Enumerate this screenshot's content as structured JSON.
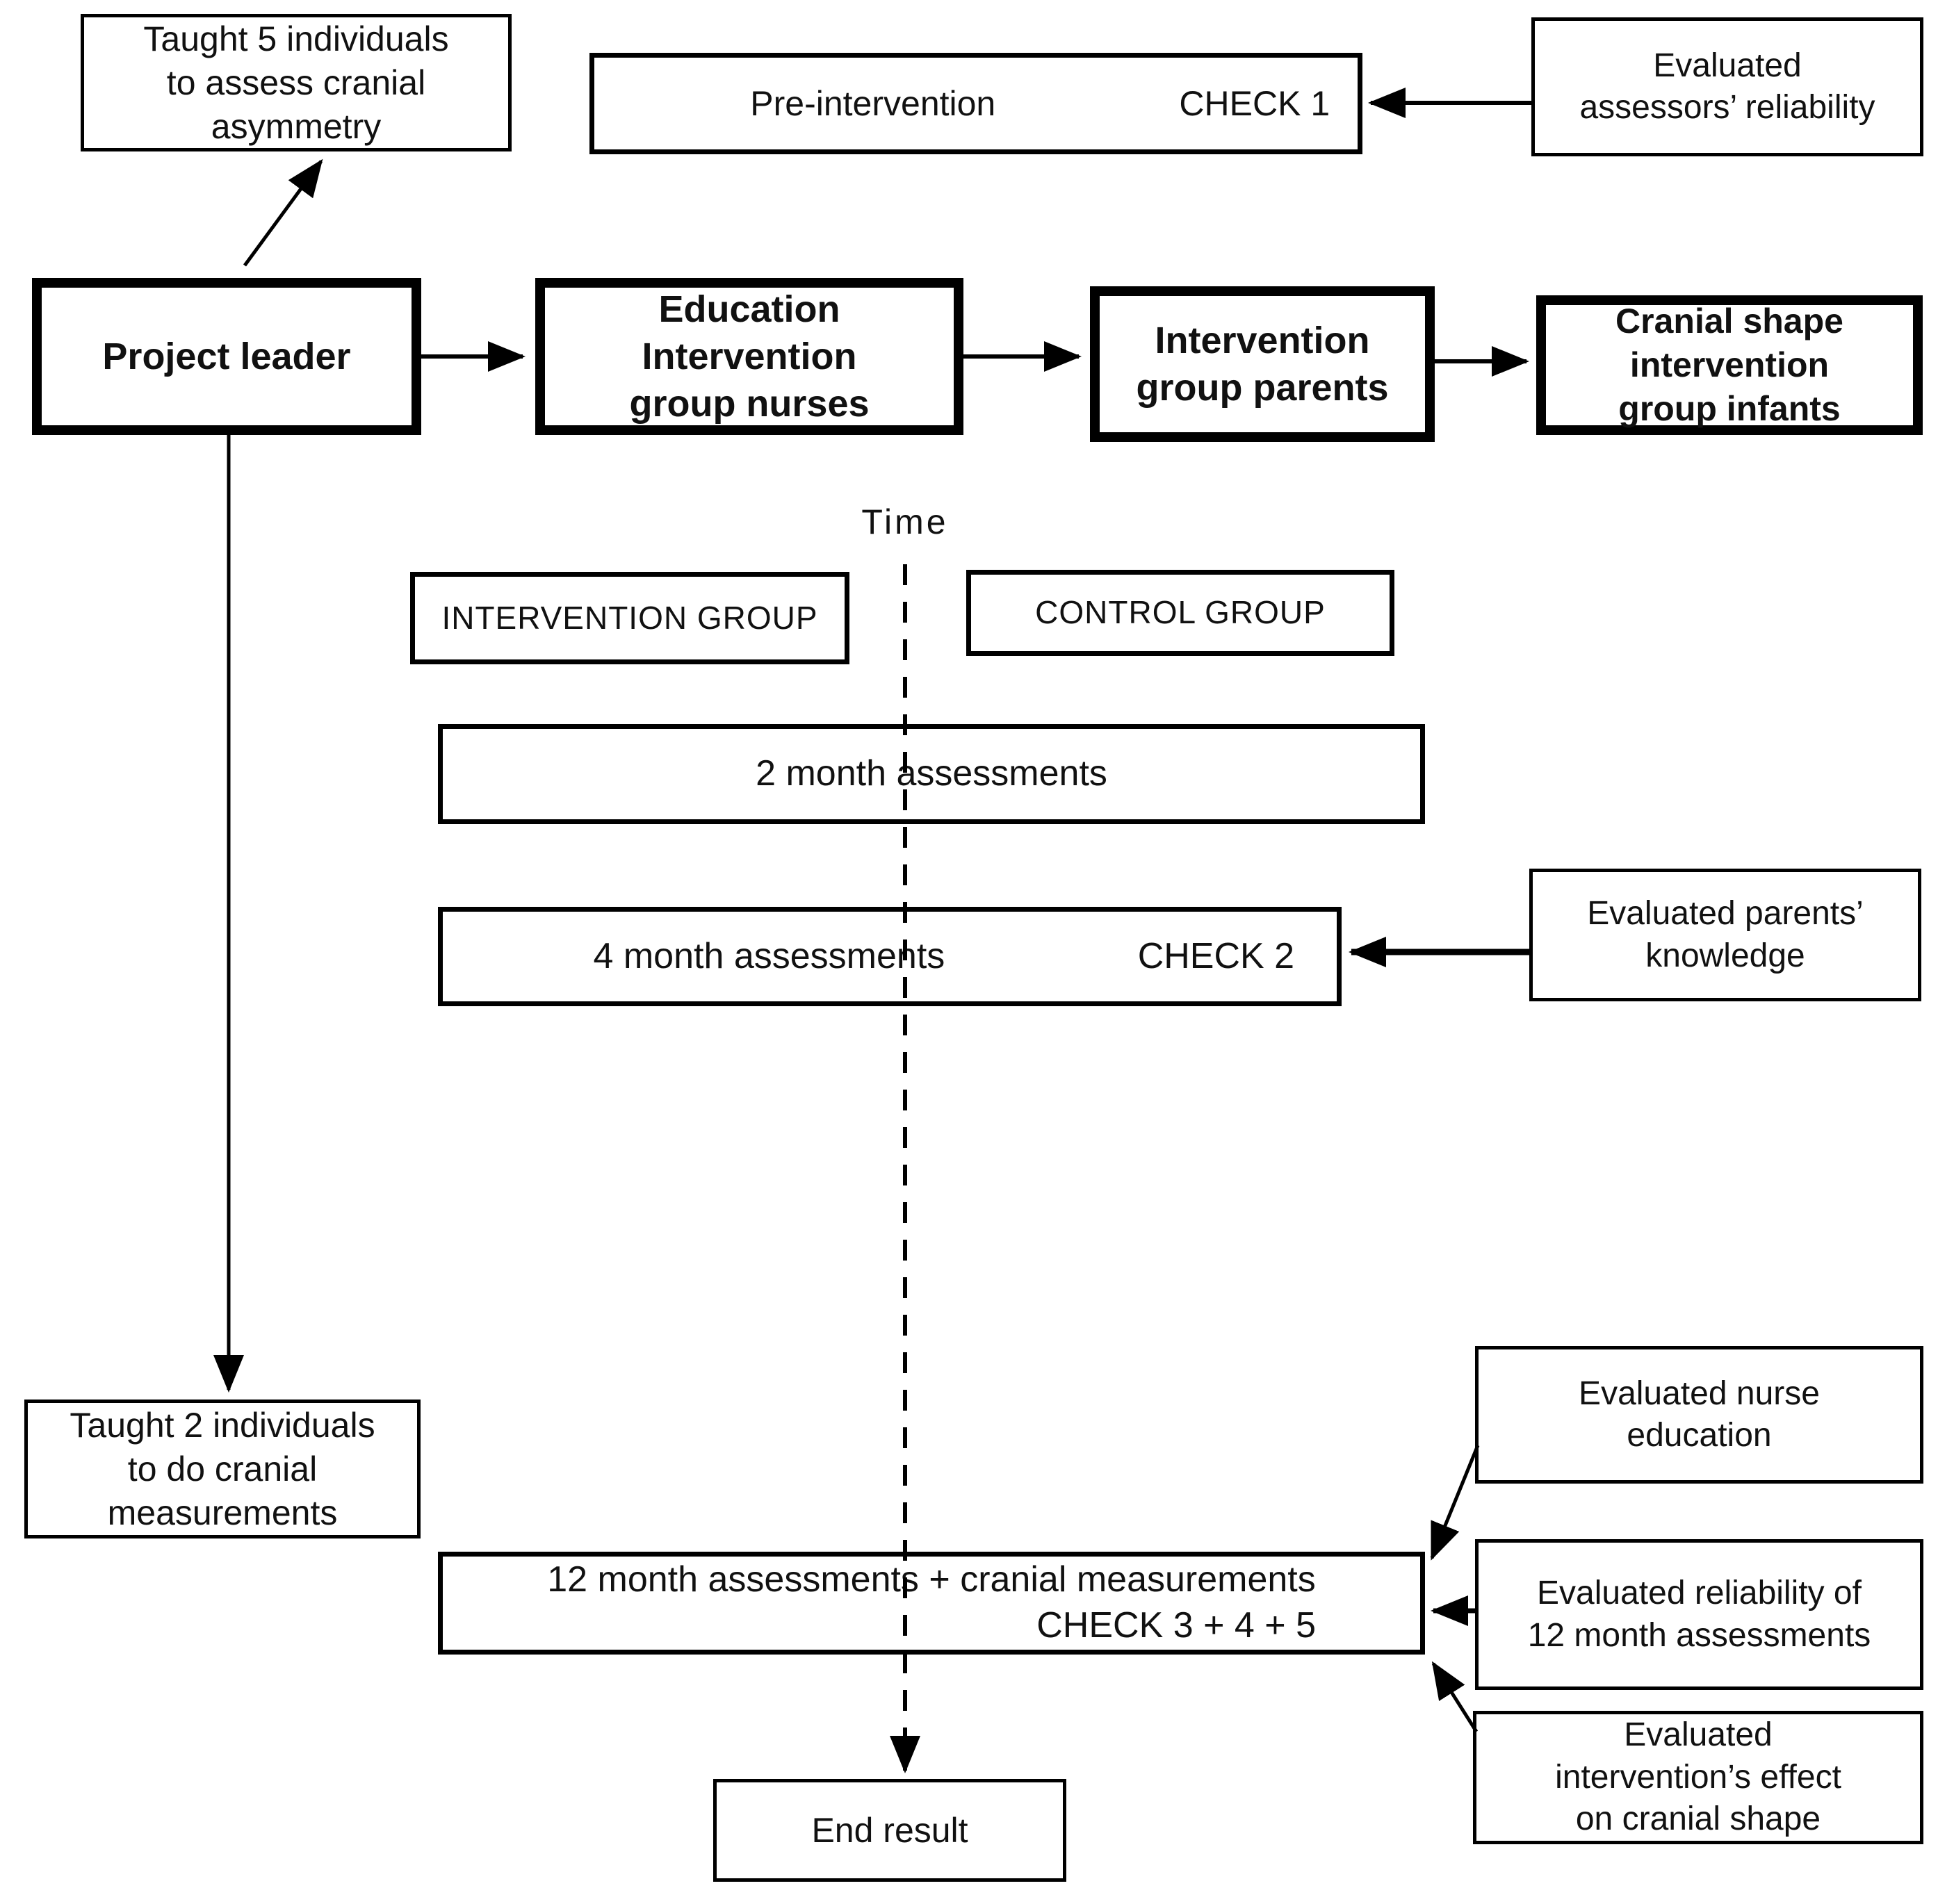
{
  "diagram": {
    "background": "#ffffff",
    "line_color": "#000000",
    "nodes": {
      "taught5": {
        "label": "Taught 5 individuals\nto assess cranial\nasymmetry"
      },
      "pre_intervention": {
        "label": "Pre-intervention",
        "check": "CHECK 1"
      },
      "eval_assessors": {
        "label": "Evaluated\nassessors’ reliability"
      },
      "project_leader": {
        "label": "Project leader"
      },
      "education_nurses": {
        "label": "Education\nIntervention\ngroup nurses"
      },
      "intervention_parents": {
        "label": "Intervention\ngroup parents"
      },
      "cranial_infants": {
        "label": "Cranial shape\nintervention\ngroup infants"
      },
      "time_label": {
        "label": "Time"
      },
      "intervention_group": {
        "label": "INTERVENTION GROUP"
      },
      "control_group": {
        "label": "CONTROL GROUP"
      },
      "month2": {
        "label": "2 month assessments"
      },
      "month4": {
        "label": "4 month assessments",
        "check": "CHECK 2"
      },
      "eval_parents": {
        "label": "Evaluated parents’\nknowledge"
      },
      "taught2": {
        "label": "Taught 2 individuals\nto do cranial\nmeasurements"
      },
      "month12": {
        "label": "12 month assessments + cranial measurements",
        "check": "CHECK 3 + 4 + 5"
      },
      "eval_nurse": {
        "label": "Evaluated nurse\neducation"
      },
      "eval_reliability": {
        "label": "Evaluated reliability of\n12 month assessments"
      },
      "eval_effect": {
        "label": "Evaluated\nintervention’s effect\non cranial shape"
      },
      "end_result": {
        "label": "End result"
      }
    }
  }
}
